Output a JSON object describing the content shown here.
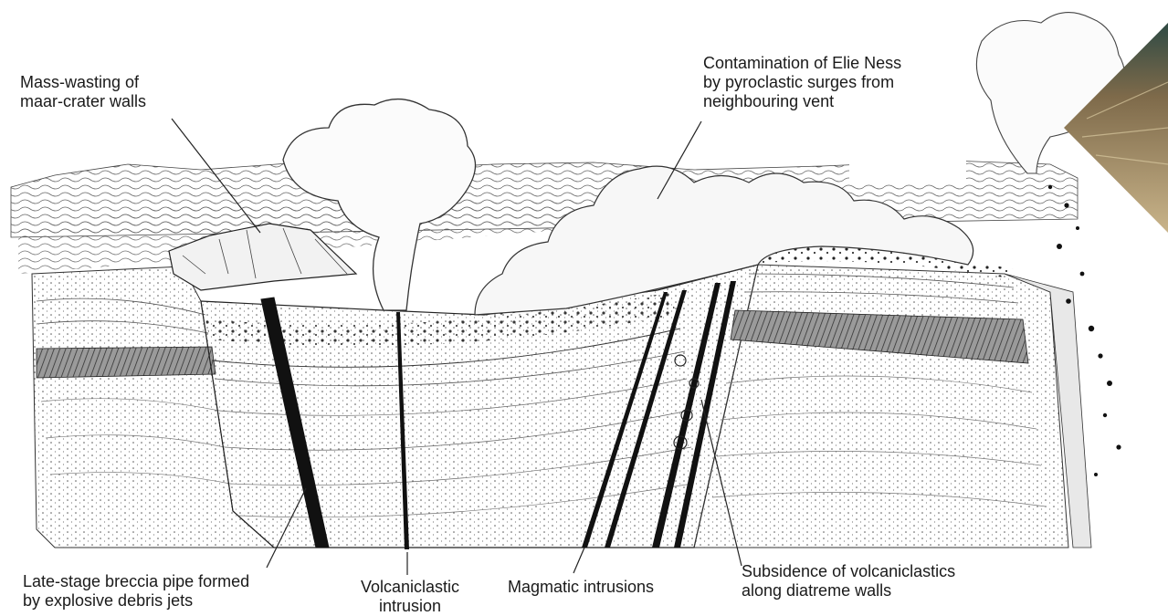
{
  "labels": {
    "mass_wasting": [
      "Mass-wasting of",
      "maar-crater walls"
    ],
    "contamination": [
      "Contamination of Elie Ness",
      "by pyroclastic surges from",
      "neighbouring vent"
    ],
    "late_stage": [
      "Late-stage breccia pipe formed",
      "by explosive debris jets"
    ],
    "volcaniclastic": [
      "Volcaniclastic",
      "intrusion"
    ],
    "magmatic": [
      "Magmatic intrusions"
    ],
    "subsidence": [
      "Subsidence of volcaniclastics",
      "along diatreme walls"
    ]
  },
  "colors": {
    "ink": "#1a1a1a",
    "paper": "#ffffff",
    "shale_band": "#7a7a7a",
    "photo_tan": "#a8885a"
  }
}
